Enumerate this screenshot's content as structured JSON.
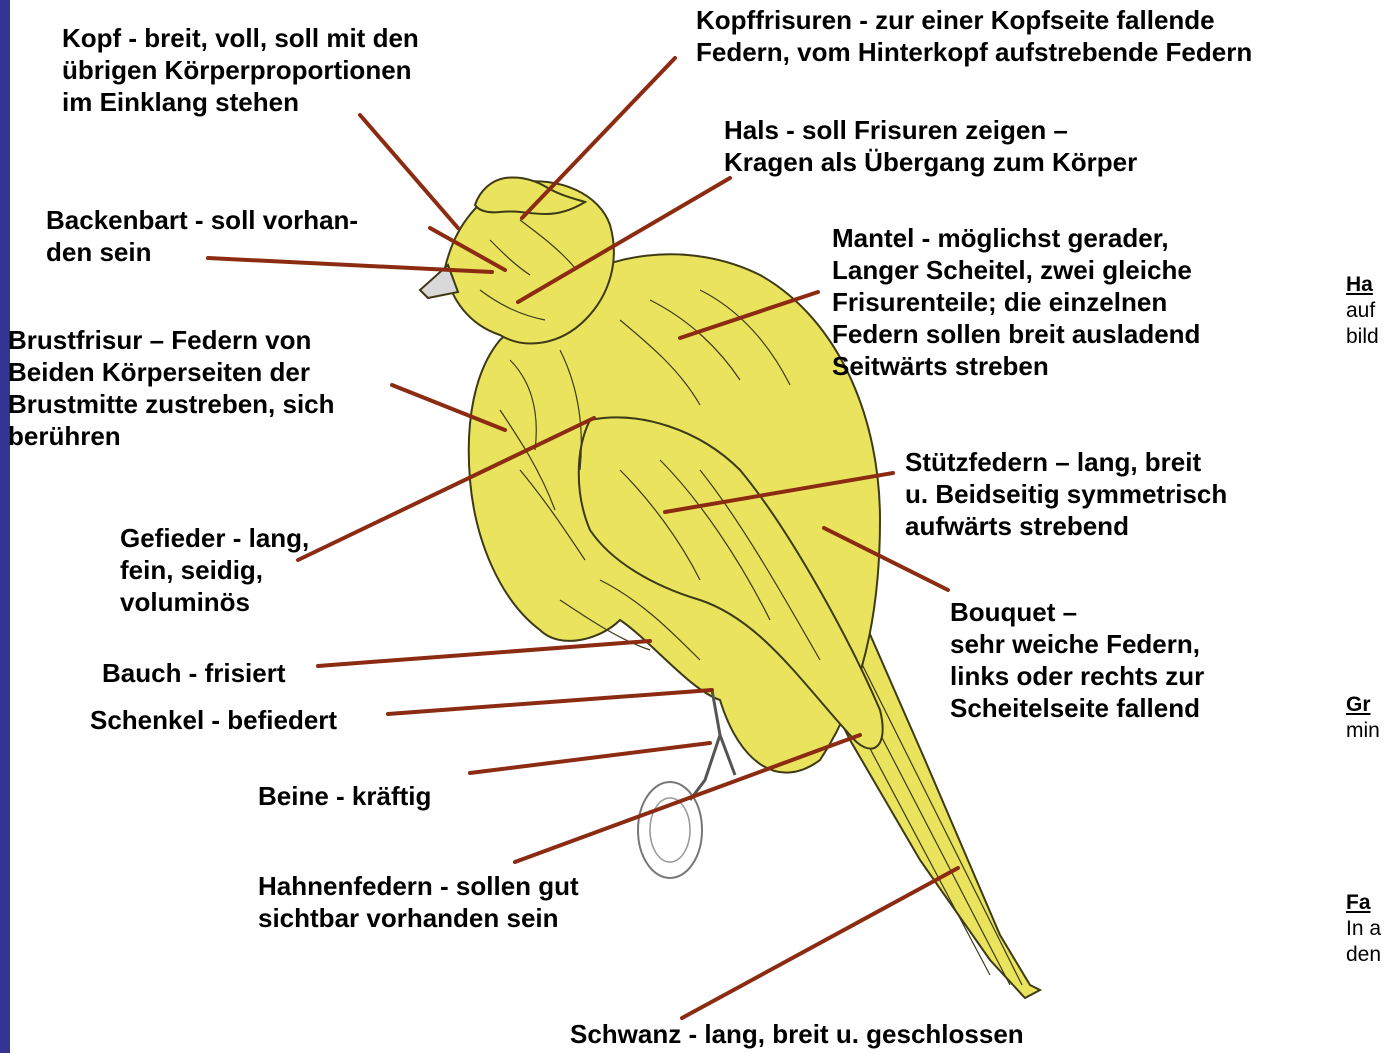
{
  "colors": {
    "bird_fill": "#E9E35E",
    "bird_stroke": "#3E3A16",
    "leader": "#8B2B12",
    "side_bar": "#343494"
  },
  "labels": {
    "kopf": [
      "Kopf - breit, voll, soll mit den",
      "übrigen Körperproportionen",
      "im Einklang stehen"
    ],
    "kopffrisuren": [
      "Kopffrisuren - zur einer Kopfseite fallende",
      "Federn, vom Hinterkopf aufstrebende Federn"
    ],
    "hals": [
      "Hals - soll Frisuren zeigen –",
      "Kragen als Übergang zum Körper"
    ],
    "backenbart": [
      "Backenbart - soll vorhan-",
      "den sein"
    ],
    "mantel": [
      "Mantel - möglichst gerader,",
      "Langer Scheitel, zwei gleiche",
      "Frisurenteile; die einzelnen",
      "Federn sollen breit ausladend",
      "Seitwärts streben"
    ],
    "brustfrisur": [
      "Brustfrisur – Federn von",
      "Beiden Körperseiten der",
      "Brustmitte zustreben, sich",
      "berühren"
    ],
    "stuetzfedern": [
      "Stützfedern – lang, breit",
      "u. Beidseitig symmetrisch",
      "aufwärts strebend"
    ],
    "gefieder": [
      "Gefieder - lang,",
      "fein, seidig,",
      "voluminös"
    ],
    "bouquet": [
      "Bouquet –",
      "sehr weiche Federn,",
      "links oder rechts zur",
      "Scheitelseite fallend"
    ],
    "bauch": [
      "Bauch - frisiert"
    ],
    "schenkel": [
      "Schenkel - befiedert"
    ],
    "beine": [
      "Beine  - kräftig"
    ],
    "hahnenfedern": [
      "Hahnenfedern - sollen gut",
      "sichtbar vorhanden sein"
    ],
    "schwanz": [
      "Schwanz - lang, breit u. geschlossen"
    ]
  },
  "side_panel": {
    "ha": {
      "heading": "Ha",
      "lines": [
        "auf",
        "bild"
      ]
    },
    "gr": {
      "heading": "Gr",
      "lines": [
        "min"
      ]
    },
    "fa": {
      "heading": "Fa",
      "lines": [
        "In a",
        "den"
      ]
    }
  }
}
